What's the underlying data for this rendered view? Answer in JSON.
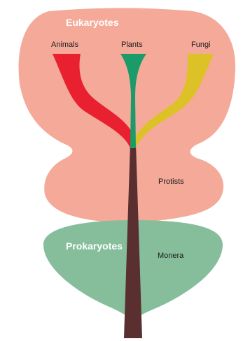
{
  "diagram": {
    "groups": {
      "eukaryotes": "Eukaryotes",
      "prokaryotes": "Prokaryotes"
    },
    "kingdoms": {
      "animals": "Animals",
      "plants": "Plants",
      "fungi": "Fungi",
      "protists": "Protists",
      "monera": "Monera"
    },
    "colors": {
      "eukaryote_region": "#f5a999",
      "prokaryote_region": "#86be9c",
      "trunk": "#5a2f2f",
      "animals": "#e8202f",
      "plants": "#1b9a6a",
      "fungi": "#dcc127"
    }
  }
}
